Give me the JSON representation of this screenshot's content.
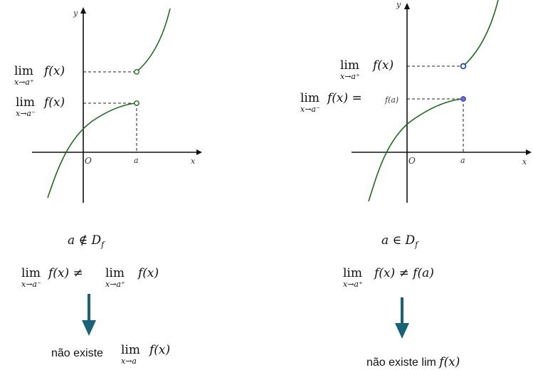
{
  "left": {
    "y_label": "y",
    "x_label": "x",
    "origin_label": "O",
    "a_label": "a",
    "lim_word": "lim",
    "lim_right_sub": "x→a⁺",
    "lim_left_sub": "x→a⁻",
    "f_of_x": "f(x)",
    "domain_statement": "a ∉ D",
    "domain_sub": "f",
    "inequality_rest": "f(x) ≠",
    "inequality_rest2": "f(x)",
    "conclusion_text": "não existe",
    "conclusion_sub": "x→a"
  },
  "right": {
    "y_label": "y",
    "x_label": "x",
    "origin_label": "O",
    "a_label": "a",
    "fa_label": "f(a)",
    "lim_word": "lim",
    "lim_right_sub": "x→a⁺",
    "lim_left_sub": "x→a⁻",
    "f_of_x": "f(x)",
    "f_of_x_eq": "f(x) =",
    "domain_statement": "a ∈ D",
    "domain_sub": "f",
    "inequality_rest": "f(x) ≠ f(a)",
    "conclusion_text": "não existe lim",
    "conclusion_fx": "f(x)"
  },
  "colors": {
    "curve": "#1f6b1f",
    "arrow": "#17647a",
    "open_point_right": "#1a2fd6",
    "filled_point": "#6b6be0"
  }
}
